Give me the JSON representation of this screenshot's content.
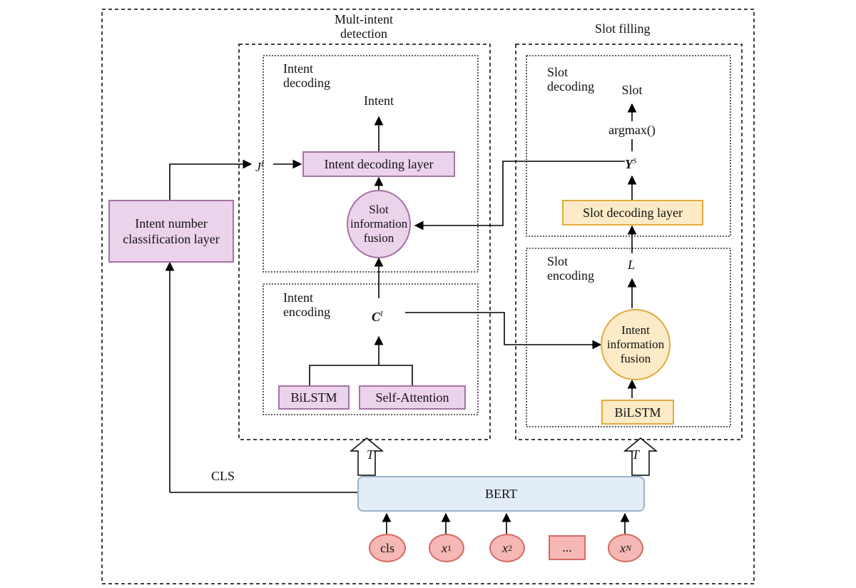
{
  "regions": {
    "multi_intent": "Mult-intent detection",
    "slot_filling": "Slot filling",
    "intent_decoding": "Intent decoding",
    "intent_encoding": "Intent encoding",
    "slot_decoding": "Slot decoding",
    "slot_encoding": "Slot encoding"
  },
  "nodes": {
    "intent_output": "Intent",
    "intent_decoding_layer": "Intent decoding layer",
    "slot_info_fusion": "Slot information fusion",
    "intent_number_layer": "Intent number classification layer",
    "bilstm_intent": "BiLSTM",
    "self_attention": "Self-Attention",
    "slot_output": "Slot",
    "argmax": "argmax()",
    "slot_decoding_layer": "Slot decoding layer",
    "intent_info_fusion": "Intent information fusion",
    "bilstm_slot": "BiLSTM",
    "bert": "BERT",
    "cls_edge": "CLS"
  },
  "symbols": {
    "j_base": "J",
    "j_sup": "I",
    "c_base": "C",
    "c_sup": "I",
    "y_base": "Y",
    "y_sup": "S",
    "l": "L",
    "t_left": "T",
    "t_right": "T"
  },
  "tokens": {
    "cls": "cls",
    "x1_base": "x",
    "x1_sub": "1",
    "x2_base": "x",
    "x2_sub": "2",
    "ellipsis": "...",
    "xn_base": "x",
    "xn_sub": "N"
  }
}
